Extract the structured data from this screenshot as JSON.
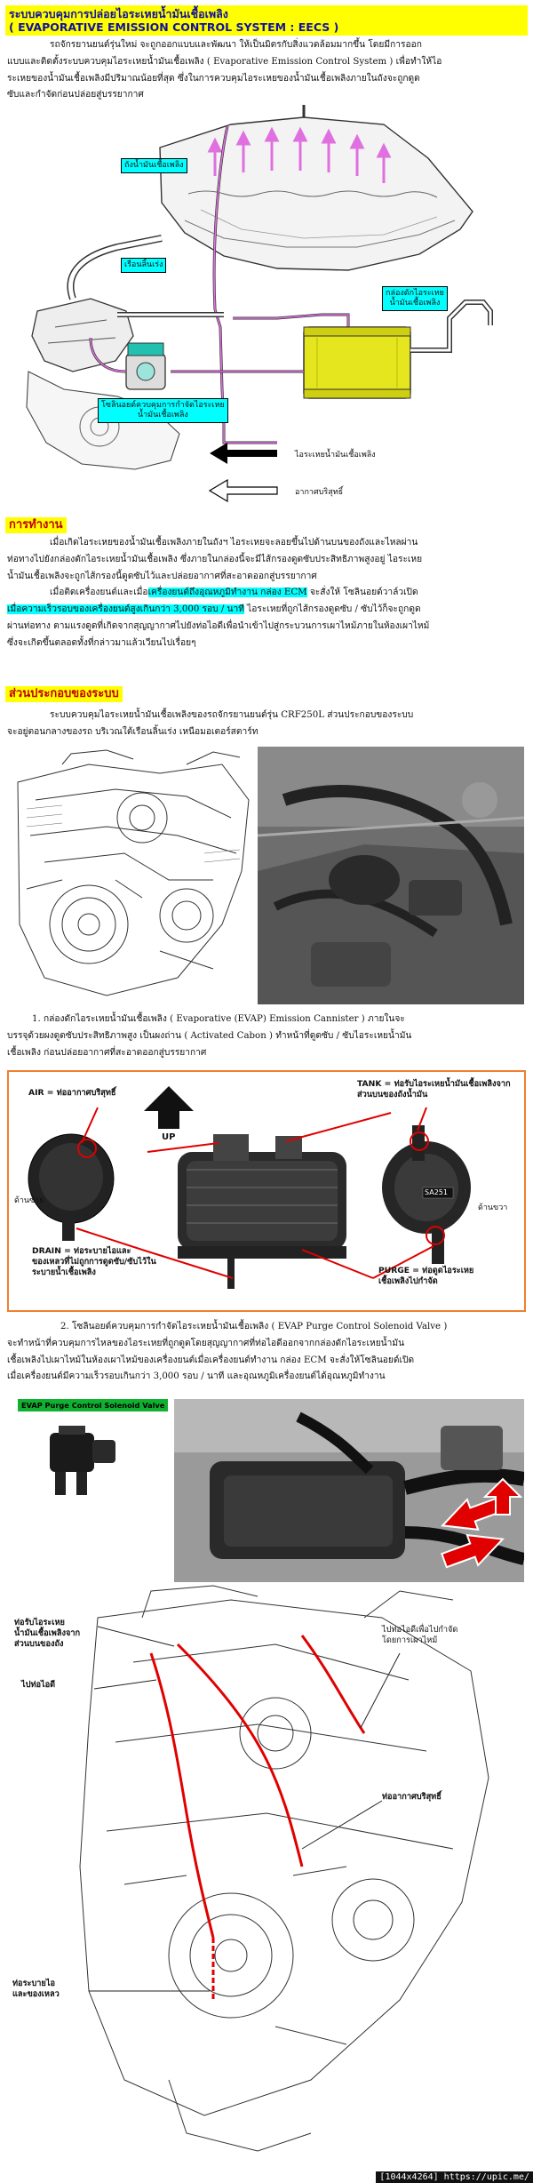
{
  "page": {
    "title_th": "ระบบควบคุมการปล่อยไอระเหยน้ำมันเชื้อเพลิง",
    "title_en": "( EVAPORATIVE EMISSION CONTROL SYSTEM : EECS )",
    "intro": [
      "รถจักรยานยนต์รุ่นใหม่ จะถูกออกแบบและพัฒนา ให้เป็นมิตรกับสิ่งแวดล้อมมากขึ้น โดยมีการออก",
      "แบบและติดตั้งระบบควบคุมไอระเหยน้ำมันเชื้อเพลิง ( Evaporative Emission Control System ) เพื่อทำให้ไอ",
      "ระเหยของน้ำมันเชื้อเพลิงมีปริมาณน้อยที่สุด ซึ่งในการควบคุมไอระเหยของน้ำมันเชื้อเพลิงภายในถังจะถูกดูด",
      "ซับและกำจัดก่อนปล่อยสู่บรรยากาศ"
    ]
  },
  "diagram1": {
    "label_tank": "ถังน้ำมันเชื้อเพลิง",
    "label_throttle": "เรือนลิ้นเร่ง",
    "label_canister": "กล่องดักไอระเหย\nน้ำมันเชื้อเพลิง",
    "label_solenoid": "โซลินอยด์ควบคุมการกำจัดไอระเหย\nน้ำมันเชื้อเพลิง",
    "legend_vapor": "ไอระเหยน้ำมันเชื้อเพลิง",
    "legend_air": "อากาศบริสุทธิ์"
  },
  "operation": {
    "heading": "การทำงาน",
    "lines": [
      "เมื่อเกิดไอระเหยของน้ำมันเชื้อเพลิงภายในถังฯ ไอระเหยจะลอยขึ้นไปด้านบนของถังและไหลผ่าน",
      "ท่อทางไปยังกล่องดักไอระเหยน้ำมันเชื้อเพลิง ซึ่งภายในกล่องนี้จะมีไส้กรองดูดซับประสิทธิภาพสูงอยู่ ไอระเหย",
      "น้ำมันเชื้อเพลิงจะถูกไส้กรองนี้ดูดซับไว้และปล่อยอากาศที่สะอาดออกสู่บรรยากาศ"
    ],
    "line4_pre": "เมื่อติดเครื่องยนต์และเมื่อ",
    "line4_hl1": "เครื่องยนต์ถึงอุณหภูมิทำงาน กล่อง ECM",
    "line4_post": " จะสั่งให้ โซลินอยด์วาล์วเปิด",
    "line5_hl": "เมื่อความเร็วรอบของเครื่องยนต์สูงเกินกว่า 3,000 รอบ / นาที",
    "line5_post": " ไอระเหยที่ถูกไส้กรองดูดซับ / ซับไว้ก็จะถูกดูด",
    "line6": "ผ่านท่อทาง ตามแรงดูดที่เกิดจากสุญญากาศไปยังท่อไอดีเพื่อนำเข้าไปสู่กระบวนการเผาไหม้ภายในห้องเผาไหม้",
    "line7": "ซึ่งจะเกิดขึ้นตลอดทั้งที่กล่าวมาแล้วเวียนไปเรื่อยๆ"
  },
  "components": {
    "heading": "ส่วนประกอบของระบบ",
    "lines": [
      "ระบบควบคุมไอระเหยน้ำมันเชื้อเพลิงของรถจักรยานยนต์รุ่น CRF250L ส่วนประกอบของระบบ",
      "จะอยู่ตอนกลางของรถ บริเวณใต้เรือนลิ้นเร่ง เหนือมอเตอร์สตาร์ท"
    ]
  },
  "item1": {
    "lines": [
      "1. กล่องดักไอระเหยน้ำมันเชื้อเพลิง ( Evaporative (EVAP) Emission Cannister ) ภายในจะ",
      "บรรจุด้วยผงดูดซับประสิทธิภาพสูง เป็นผงถ่าน ( Activated Cabon ) ทำหน้าที่ดูดซับ / ซับไอระเหยน้ำมัน",
      "เชื้อเพลิง ก่อนปล่อยอากาศที่สะอาดออกสู่บรรยากาศ"
    ],
    "label_air": "AIR = ท่ออากาศบริสุทธิ์",
    "label_up": "UP",
    "label_tank": "TANK = ท่อรับไอระเหยน้ำมันเชื้อเพลิงจาก\nส่วนบนของถังน้ำมัน",
    "label_left": "ด้านซ้าย",
    "label_right": "ด้านขวา",
    "label_drain": "DRAIN = ท่อระบายไอและ\nของเหลวที่ไม่ถูกการดูดซับ/ซับไว้ใน\nระบายน้ำเชื้อเพลิง",
    "label_purge": "PURGE = ท่อดูดไอระเหย\nเชื้อเพลิงไปกำจัด",
    "tag": "SA251"
  },
  "item2": {
    "lines": [
      "2. โซลินอยด์ควบคุมการกำจัดไอระเหยน้ำมันเชื้อเพลิง ( EVAP Purge Control Solenoid Valve )",
      "จะทำหน้าที่ควบคุมการไหลของไอระเหยที่ถูกดูดโดยสุญญากาศที่ท่อไอดีออกจากกล่องดักไอระเหยน้ำมัน",
      "เชื้อเพลิงไปเผาไหม้ในห้องเผาไหม้ของเครื่องยนต์เมื่อเครื่องยนต์ทำงาน กล่อง ECM จะสั่งให้โซลินอยด์เปิด",
      "เมื่อเครื่องยนต์มีความเร็วรอบเกินกว่า 3,000 รอบ / นาที และอุณหภูมิเครื่องยนต์ได้อุณหภูมิทำงาน"
    ],
    "valve_caption": "EVAP Purge Control Solenoid Valve",
    "label_to_intake": "ไปท่อไอดีเพื่อไปกำจัด\nโดยการเผาไหม้",
    "label_tank_pipe": "ท่อรับไอระเหย\nน้ำมันเชื้อเพลิงจาก\nส่วนบนของถัง",
    "label_to_intake2": "ไปท่อไอดี",
    "label_fresh_air": "ท่ออากาศบริสุทธิ์",
    "label_drain": "ท่อระบายไอ\nและของเหลว"
  },
  "watermark": "[1044x4264] https://upic.me/",
  "colors": {
    "heading_bg": "#ffff00",
    "heading_text": "#1010a0",
    "section_text": "#c00000",
    "highlight": "#00ffff",
    "canister": "#e6e61e",
    "vapor": "#e070e0"
  }
}
